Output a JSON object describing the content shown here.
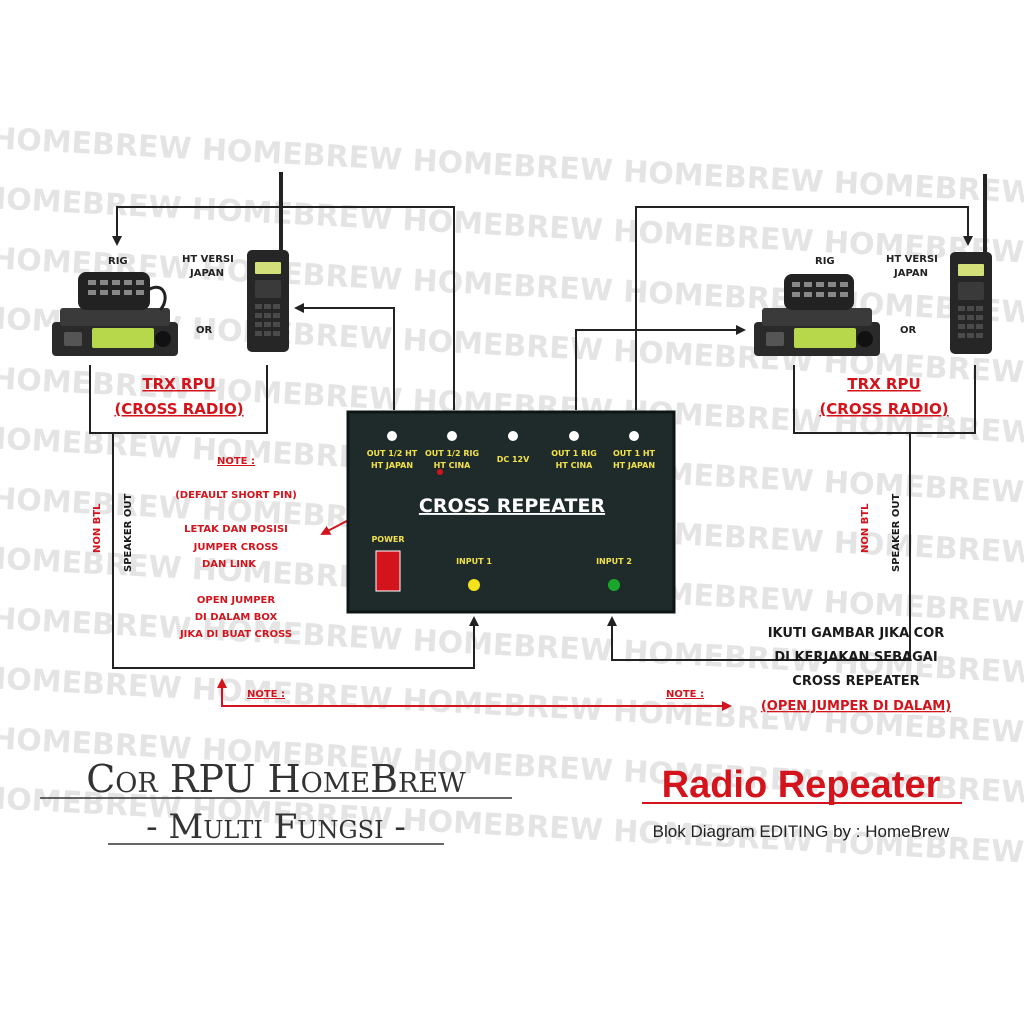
{
  "watermark": {
    "text": "HOMEBREW HOMEBREW HOMEBREW HOMEBREW HOMEBREW"
  },
  "left_station": {
    "rig_label": "RIG",
    "ht_label_line1": "HT VERSI",
    "ht_label_line2": "JAPAN",
    "or_label": "OR",
    "trx_line1": "TRX RPU",
    "trx_line2": "(CROSS RADIO)",
    "non_btl": "NON BTL",
    "speaker_out": "SPEAKER OUT"
  },
  "right_station": {
    "rig_label": "RIG",
    "ht_label_line1": "HT VERSI",
    "ht_label_line2": "JAPAN",
    "or_label": "OR",
    "trx_line1": "TRX RPU",
    "trx_line2": "(CROSS RADIO)",
    "non_btl": "NON BTL",
    "speaker_out": "SPEAKER OUT"
  },
  "box": {
    "title": "CROSS  REPEATER",
    "outputs": [
      {
        "line1": "OUT 1/2 HT",
        "line2": "HT JAPAN"
      },
      {
        "line1": "OUT 1/2 RIG",
        "line2": "HT CINA"
      },
      {
        "line1": "DC 12V",
        "line2": ""
      },
      {
        "line1": "OUT 1 RIG",
        "line2": "HT CINA"
      },
      {
        "line1": "OUT 1 HT",
        "line2": "HT JAPAN"
      }
    ],
    "power_label": "POWER",
    "input1_label": "INPUT 1",
    "input2_label": "INPUT 2",
    "colors": {
      "panel": "#1f2a2b",
      "power": "#d4141c",
      "input1": "#f4e21a",
      "input2": "#1aa62a"
    }
  },
  "left_note": {
    "heading": "NOTE :",
    "lines": [
      "(DEFAULT SHORT PIN)",
      "LETAK DAN POSISI",
      "JUMPER CROSS",
      "DAN LINK",
      "OPEN JUMPER",
      "DI DALAM BOX",
      "JIKA DI BUAT CROSS"
    ]
  },
  "right_instruction": {
    "lines": [
      "IKUTI GAMBAR JIKA COR",
      "DI KERJAKAN  SEBAGAI",
      "CROSS REPEATER"
    ],
    "note_label": "NOTE :",
    "note_text": "(OPEN JUMPER DI DALAM)",
    "bottom_note_left": "NOTE :"
  },
  "title": {
    "line1": "Cor RPU HomeBrew",
    "line2": "- Multi Fungsi -",
    "radio_repeater": "Radio Repeater",
    "credit": "Blok Diagram EDITING  by : HomeBrew"
  }
}
